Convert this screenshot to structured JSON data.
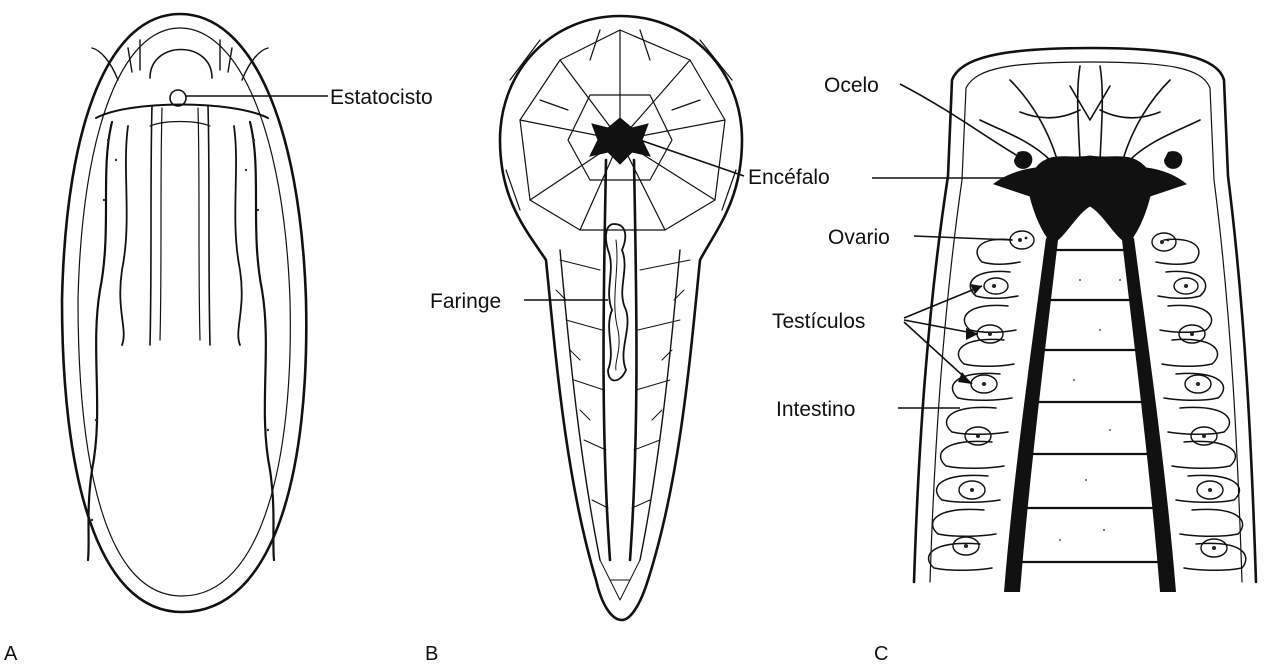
{
  "panels": [
    {
      "letter": "A",
      "labels": [
        "Estatocisto"
      ]
    },
    {
      "letter": "B",
      "labels": [
        "Encéfalo",
        "Faringe"
      ]
    },
    {
      "letter": "C",
      "labels": [
        "Ocelo",
        "Ovario",
        "Testículos",
        "Intestino"
      ]
    }
  ]
}
